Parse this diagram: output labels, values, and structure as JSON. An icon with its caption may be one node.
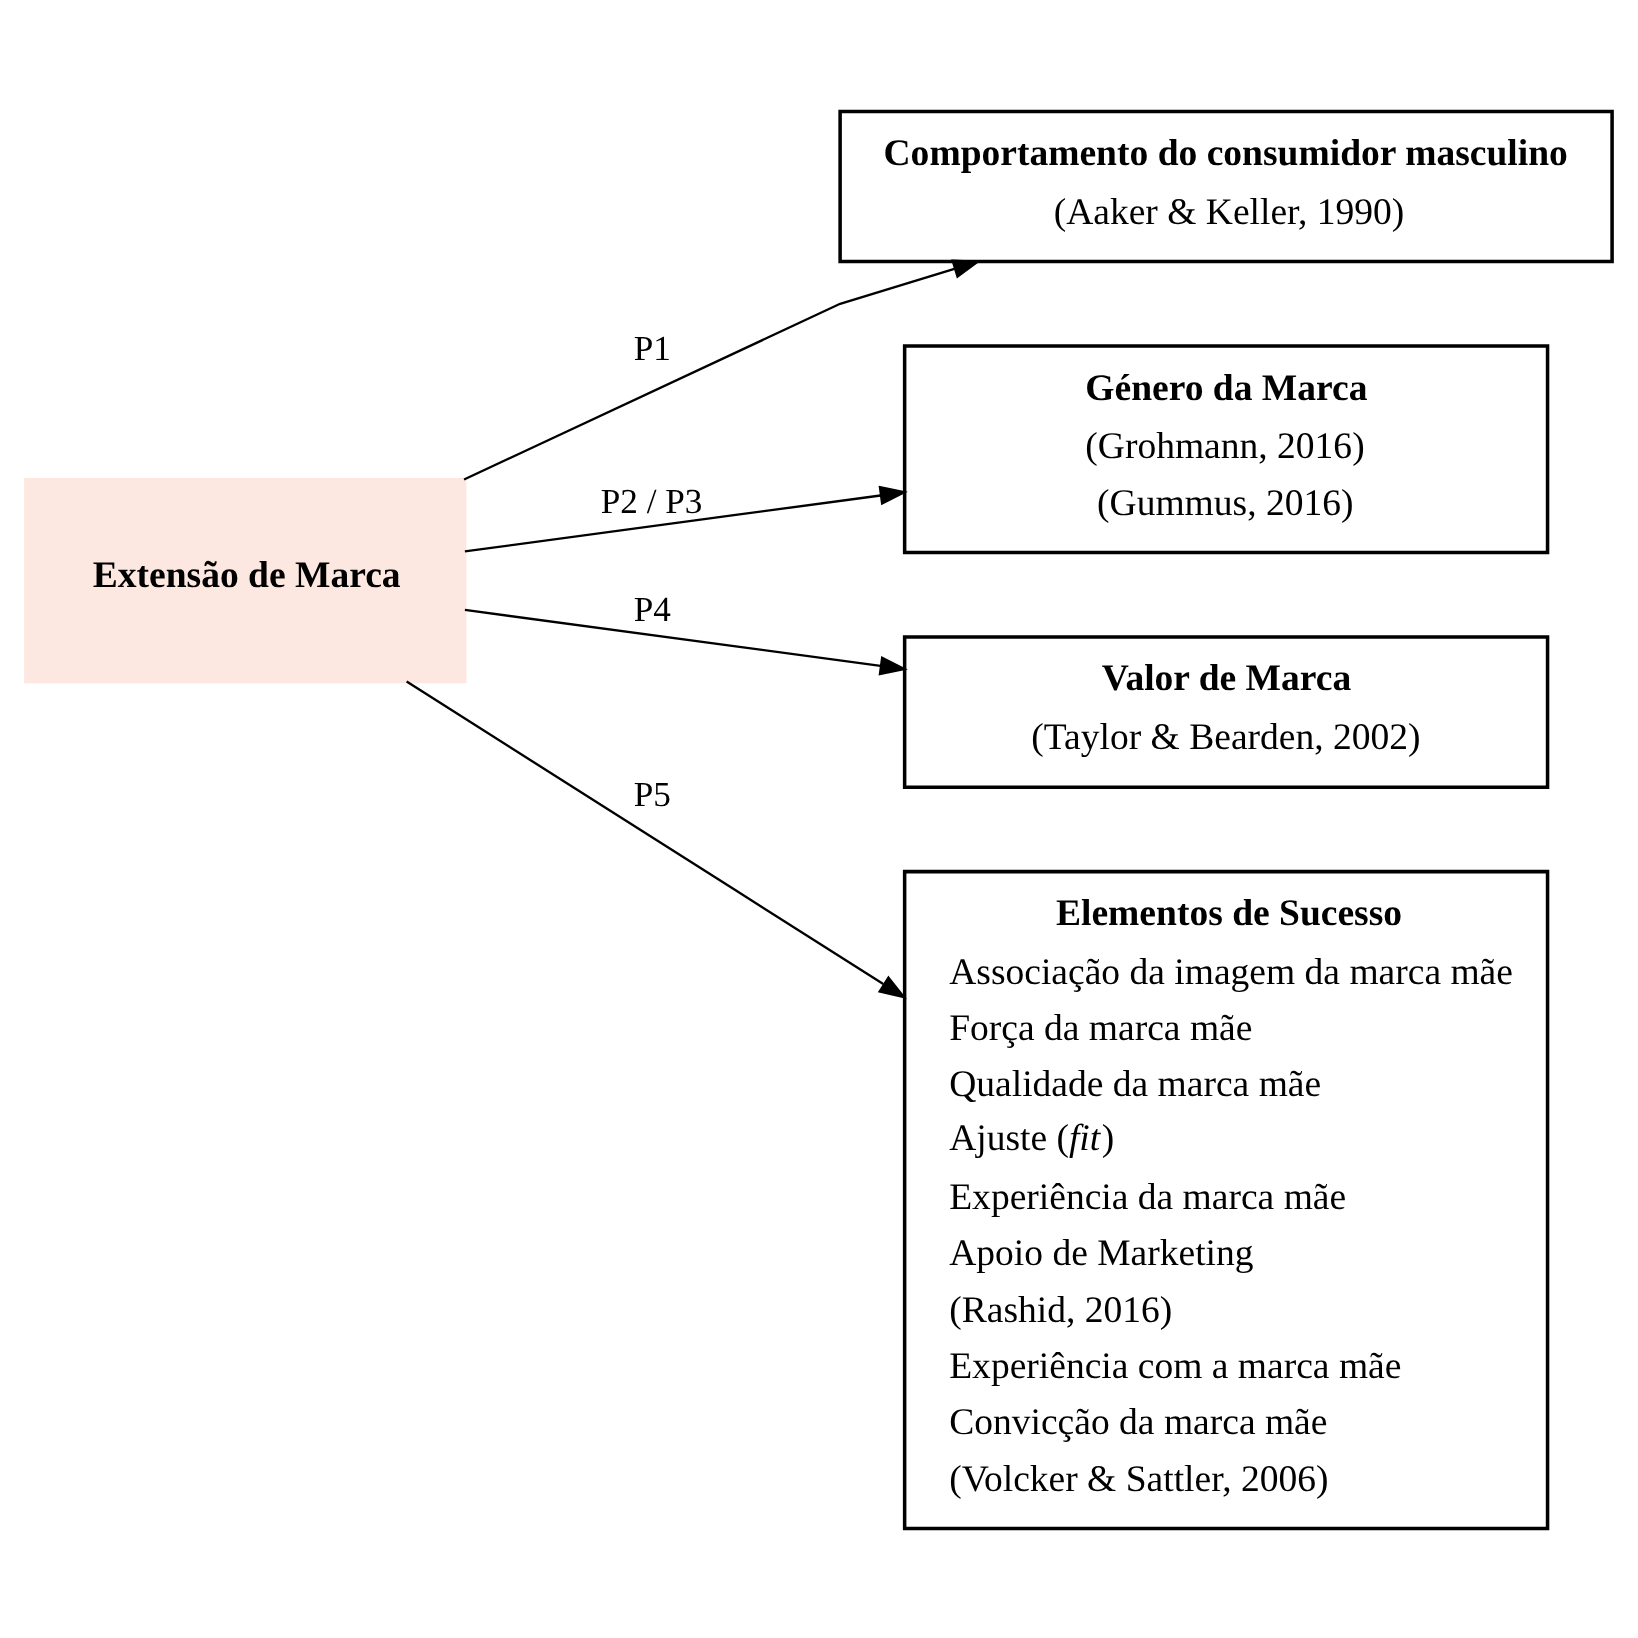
{
  "diagram": {
    "nodes": [
      {
        "text": [
          "Extensão de Marca"
        ]
      },
      {
        "text": [
          "Comportamento do consumidor masculino",
          "(Aaker & Keller, 1990)"
        ]
      },
      {
        "text": [
          "Género da Marca",
          "(Grohmann, 2016)",
          "(Gummus, 2016)"
        ]
      },
      {
        "text": [
          "Valor de Marca",
          "(Taylor & Bearden, 2002)"
        ]
      },
      {
        "text": [
          "Elementos de Sucesso",
          "Associação da imagem da marca mãe",
          "Força da marca mãe",
          "Qualidade da marca mãe",
          "Ajuste (*fit*)",
          "Experiência da marca mãe",
          "Apoio de Marketing",
          "(Rashid, 2016)",
          "Experiência com a marca mãe",
          "Convicção da marca mãe",
          "(Volcker & Sattler, 2006)"
        ]
      }
    ],
    "edges": [
      {
        "from": 0,
        "to": 1,
        "arrow": "to",
        "label": "P1"
      },
      {
        "from": 0,
        "to": 2,
        "arrow": "to",
        "label": "P2 / P3"
      },
      {
        "from": 0,
        "to": 3,
        "arrow": "to",
        "label": "P4"
      },
      {
        "from": 0,
        "to": 4,
        "arrow": "to",
        "label": "P5"
      }
    ]
  }
}
